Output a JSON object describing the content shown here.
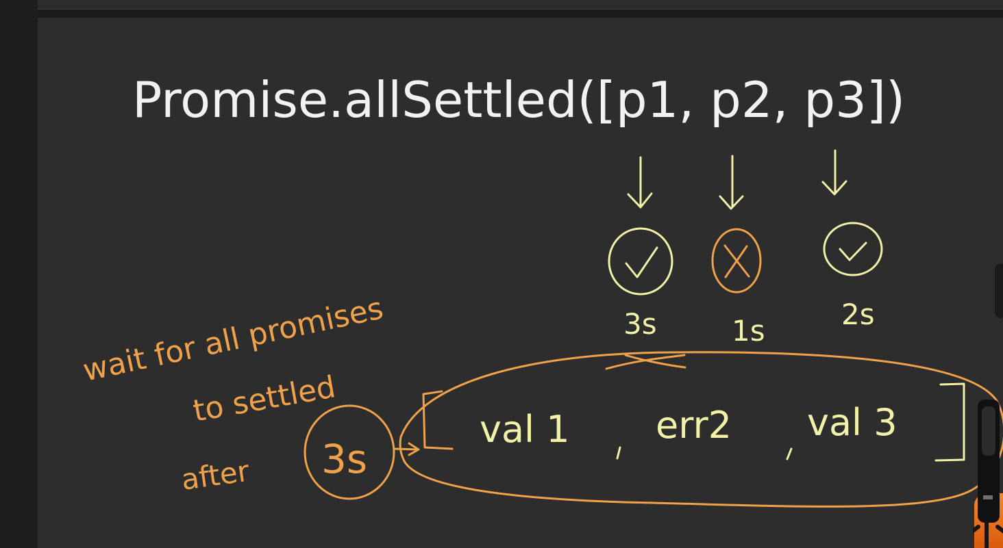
{
  "whiteboard": {
    "title": "Promise.allSettled([p1, p2, p3])",
    "promises": [
      {
        "name": "p1",
        "status": "fulfilled",
        "status_icon": "check-circle-icon",
        "time": "3s"
      },
      {
        "name": "p2",
        "status": "rejected",
        "status_icon": "x-circle-icon",
        "time": "1s"
      },
      {
        "name": "p3",
        "status": "fulfilled",
        "status_icon": "check-circle-icon",
        "time": "2s"
      }
    ],
    "note": {
      "line1": "wait for all promises",
      "line2": "to settled"
    },
    "after": {
      "label": "after",
      "time": "3s"
    },
    "result": {
      "values": [
        "val 1",
        "err2",
        "val 3"
      ]
    }
  },
  "colors": {
    "background": "#2d2d2d",
    "white_ink": "#f2f2f2",
    "yellow_ink": "#f3f1a7",
    "orange_ink": "#f0a24a"
  }
}
